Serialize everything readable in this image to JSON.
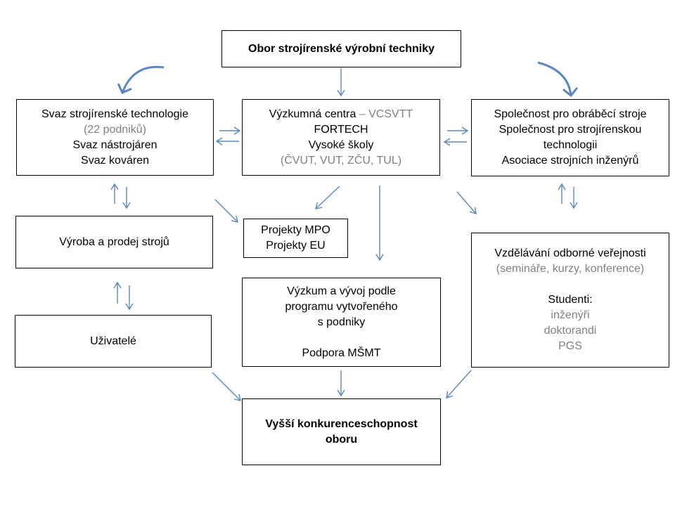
{
  "colors": {
    "arrow": "#5b87bf",
    "grey_text": "#808080",
    "border": "#000000"
  },
  "top": {
    "title": "Obor strojírenské výrobní techniky"
  },
  "left_assoc": {
    "line1": "Svaz strojírenské technologie",
    "line2": "(22 podniků)",
    "line3": "Svaz nástrojáren",
    "line4": "Svaz kováren"
  },
  "research": {
    "line1_a": "Výzkumná centra",
    "line1_b": " – VCSVTT",
    "line2": "FORTECH",
    "line3": "Vysoké školy",
    "line4": "(ČVUT, VUT, ZČU, TUL)"
  },
  "right_assoc": {
    "line1": "Společnost pro obráběcí stroje",
    "line2": "Společnost pro strojírenskou",
    "line3": "technologii",
    "line4": "Asociace strojních inženýrů"
  },
  "production": {
    "label": "Výroba a prodej strojů"
  },
  "projects": {
    "line1": "Projekty MPO",
    "line2": "Projekty EU"
  },
  "education": {
    "line1": "Vzdělávání odborné veřejnosti",
    "line2": "(semináře, kurzy, konference)",
    "line3": "Studenti:",
    "line4": "inženýři",
    "line5": "doktorandi",
    "line6": "PGS"
  },
  "rnd": {
    "line1": "Výzkum a vývoj podle",
    "line2": "programu vytvořeného",
    "line3": "s podniky",
    "line4": "Podpora MŠMT"
  },
  "users": {
    "label": "Uživatelé"
  },
  "result": {
    "line1": "Vyšší konkurenceschopnost",
    "line2": "oboru"
  }
}
